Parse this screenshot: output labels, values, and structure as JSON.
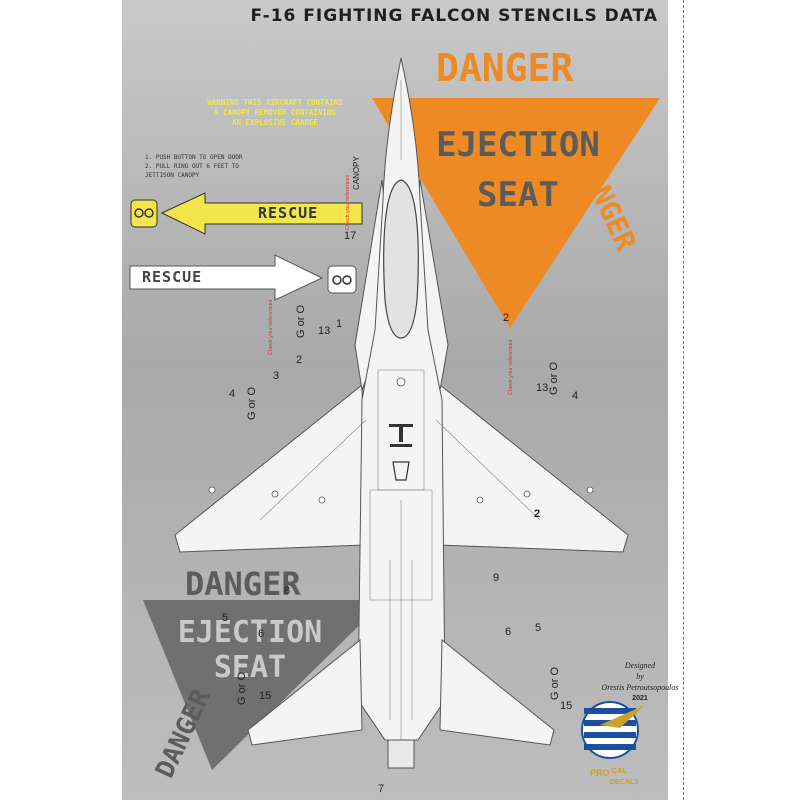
{
  "title": "F-16 FIGHTING FALCON STENCILS DATA",
  "warning_text": "WARNING THIS AIRCRAFT CONTAINS\nA CANOPY REMOVER  CONTAINING\nAN EXPLOSIVE  CHARGE",
  "instructions": "1. PUSH BUTTON TO OPEN DOOR\n2. PULL RING OUT 6 FEET TO\n   JETTISON CANOPY",
  "danger_label": "DANGER",
  "ejection_label": "EJECTION",
  "seat_label": "SEAT",
  "rescue_label": "RESCUE",
  "canopy_label": "CANOPY",
  "ref_note": "Check your references",
  "gor_o": "G or O",
  "numbers": [
    "1",
    "2",
    "3",
    "4",
    "5",
    "6",
    "7",
    "8",
    "9",
    "13",
    "15",
    "17"
  ],
  "designer": {
    "line1": "Designed",
    "line2": "by",
    "line3": "Orestis Petroutsopoulos",
    "year": "2021"
  },
  "logo": {
    "text1": "PRO",
    "text2": "CAL",
    "text3": "DECALS"
  },
  "colors": {
    "orange": "#ee8a24",
    "yellow": "#f2e64a",
    "dark_gray": "#6a6a6a",
    "background": "#b5b5b5"
  }
}
